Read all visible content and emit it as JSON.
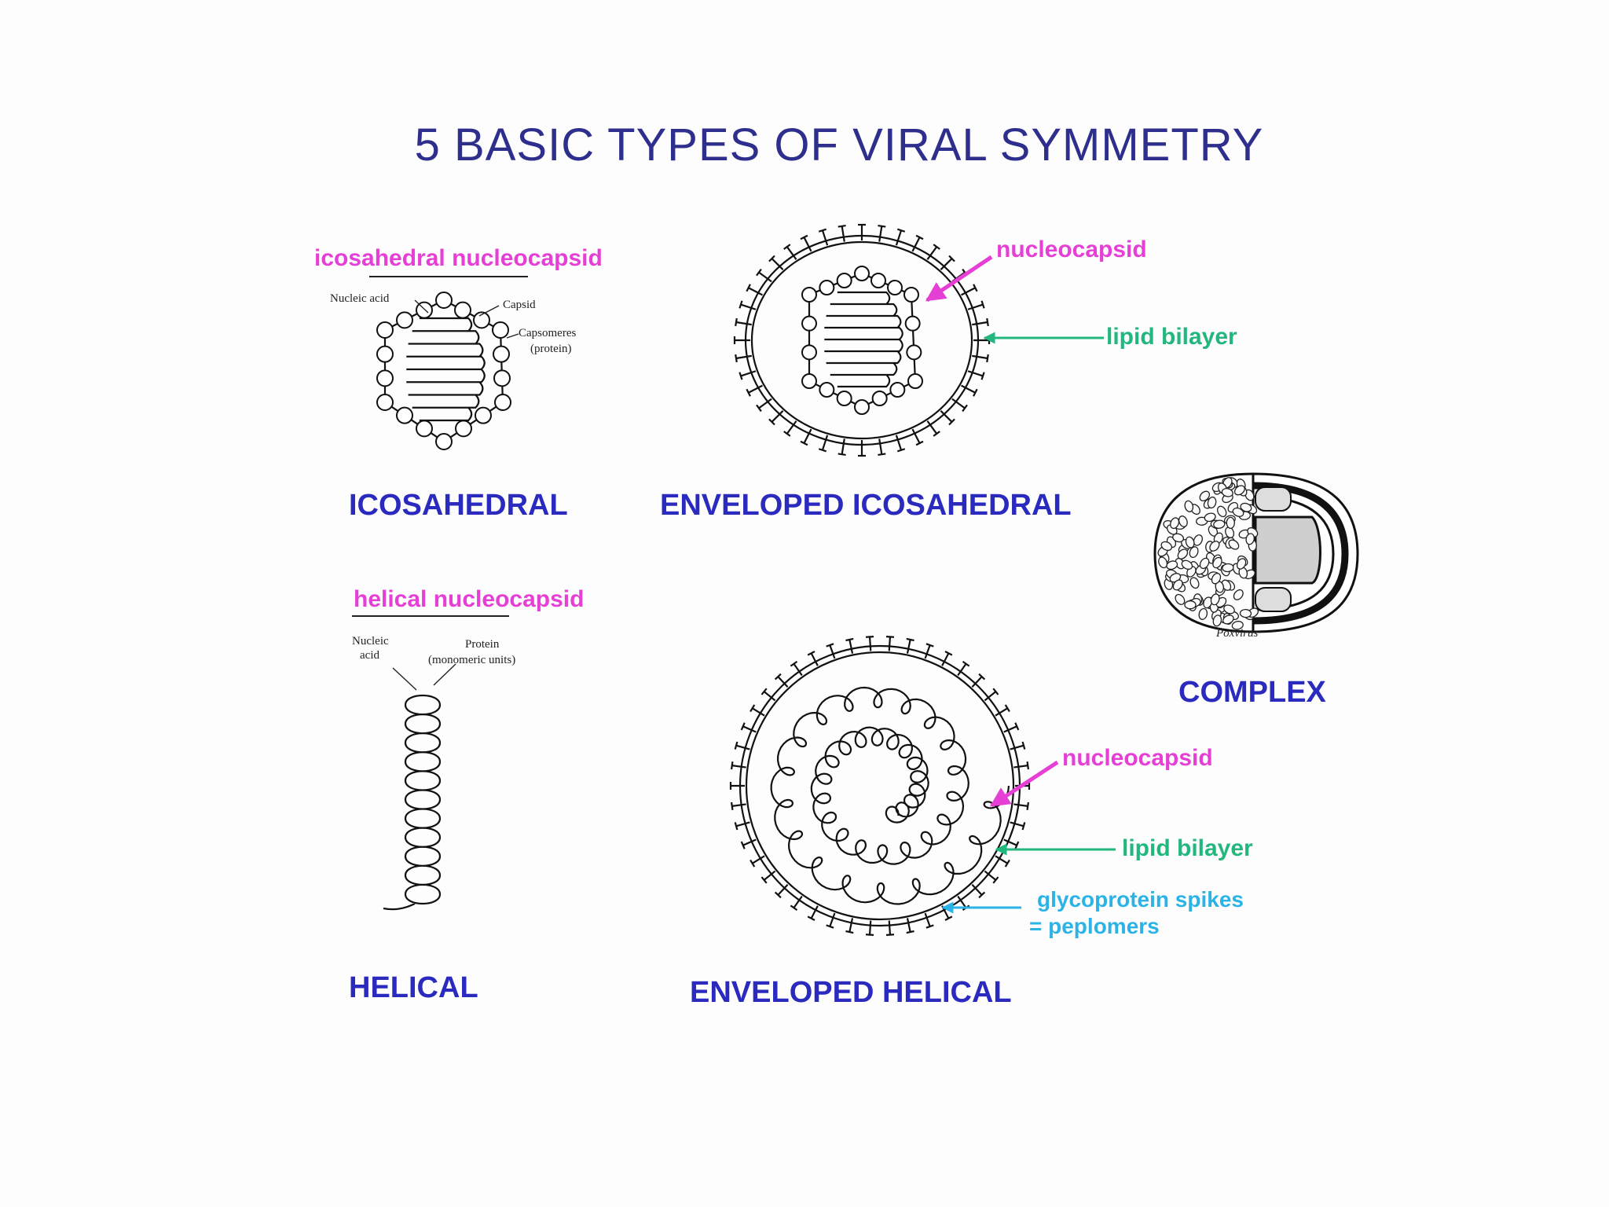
{
  "title": "5 BASIC TYPES OF VIRAL SYMMETRY",
  "panels": {
    "icosahedral": {
      "caption": "ICOSAHEDRAL",
      "sublabel": "icosahedral nucleocapsid",
      "parts": {
        "nucleic_acid": "Nucleic acid",
        "capsid": "Capsid",
        "capsomeres": "Capsomeres",
        "capsomeres_note": "(protein)"
      }
    },
    "enveloped_icosahedral": {
      "caption": "ENVELOPED ICOSAHEDRAL",
      "nucleocapsid": "nucleocapsid",
      "lipid_bilayer": "lipid bilayer"
    },
    "complex": {
      "caption": "COMPLEX",
      "part": "Poxvirus"
    },
    "helical": {
      "caption": "HELICAL",
      "sublabel": "helical nucleocapsid",
      "parts": {
        "nucleic_acid_1": "Nucleic",
        "nucleic_acid_2": "acid",
        "protein": "Protein",
        "protein_note": "(monomeric units)"
      }
    },
    "enveloped_helical": {
      "caption": "ENVELOPED HELICAL",
      "nucleocapsid": "nucleocapsid",
      "lipid_bilayer": "lipid bilayer",
      "spikes_line1": "glycoprotein spikes",
      "spikes_line2": "= peplomers"
    }
  },
  "colors": {
    "title": "#2e2e8c",
    "caption": "#2a2abf",
    "nucleocapsid_label": "#e63fd6",
    "lipid_label": "#22b77d",
    "spike_label": "#2bb3e6"
  }
}
